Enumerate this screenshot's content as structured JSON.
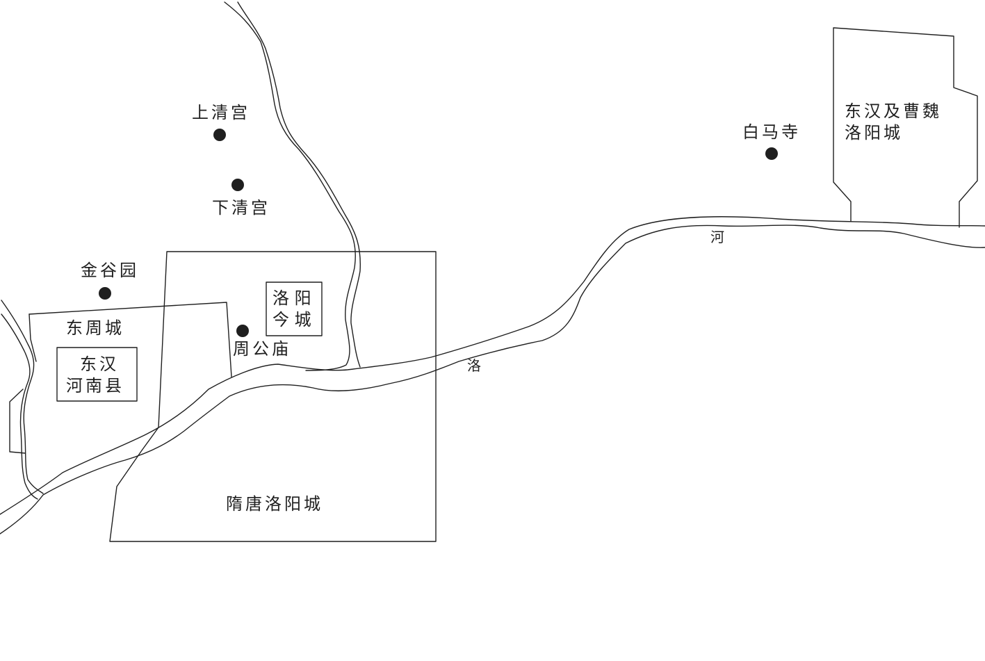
{
  "labels": {
    "shangqinggong": "上清宫",
    "xiaqinggong": "下清宫",
    "jinguyuan": "金谷园",
    "dongzhoucheng": "东周城",
    "donghan_henanxian_1": "东汉",
    "donghan_henanxian_2": "河南县",
    "luoyang_jincheng_1": "洛 阳",
    "luoyang_jincheng_2": "今 城",
    "zhougongmiao": "周公庙",
    "suitang_luoyangcheng": "隋唐洛阳城",
    "baimasi": "白马寺",
    "donghan_caowei_1": "东汉及曹魏",
    "donghan_caowei_2": "洛阳城",
    "river_luo": "洛",
    "river_he": "河"
  },
  "colors": {
    "ink": "#1f1f1f",
    "paper": "#ffffff"
  }
}
